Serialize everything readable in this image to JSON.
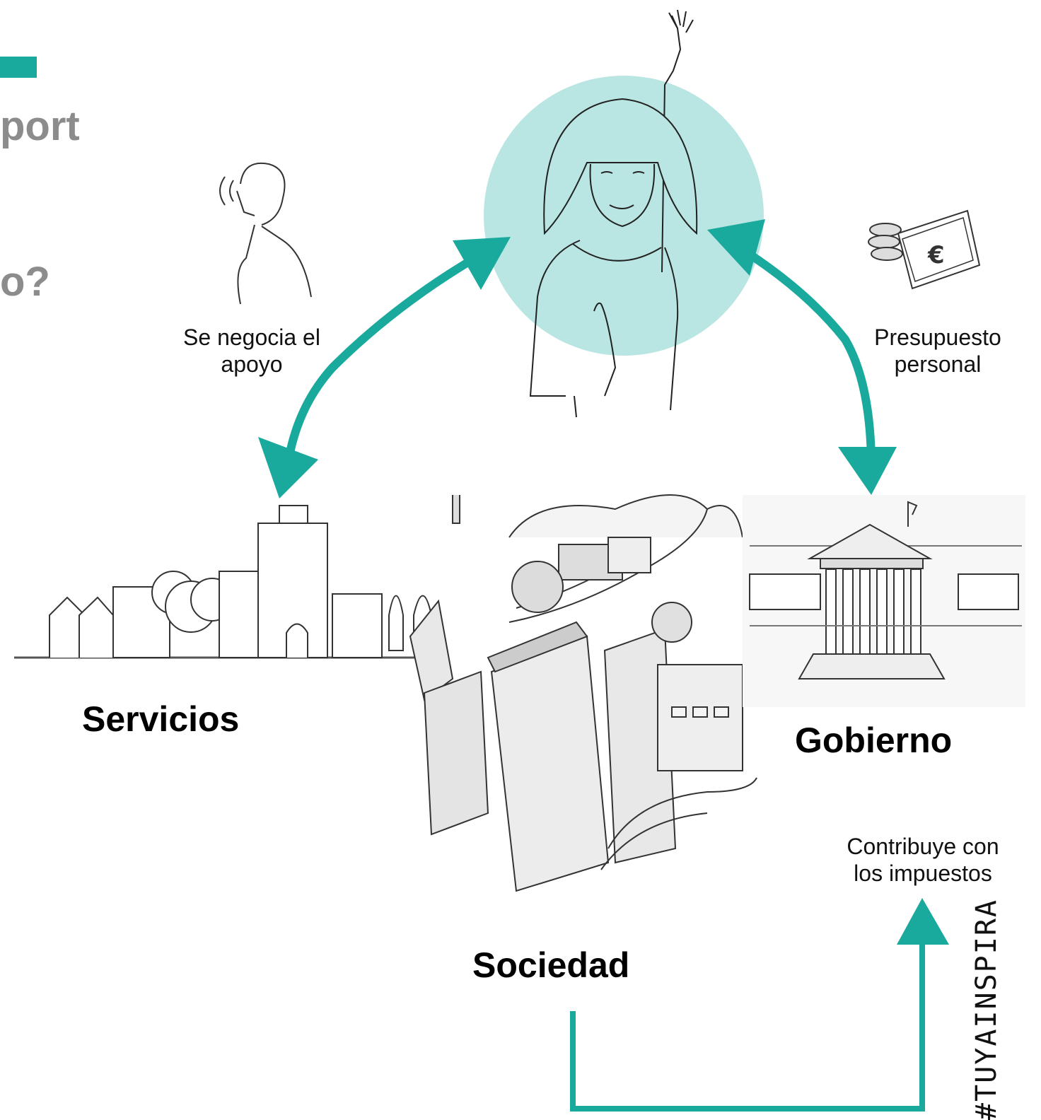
{
  "header": {
    "title_fragment_1": "port",
    "title_fragment_2": "o?"
  },
  "captions": {
    "negotiation": "Se negocia el\napoyo",
    "budget": "Presupuesto\npersonal",
    "taxes": "Contribuye con\nlos impuestos"
  },
  "nodes": {
    "services": "Servicios",
    "government": "Gobierno",
    "society": "Sociedad"
  },
  "hashtag": "#TUYAINSPIRA",
  "colors": {
    "accent": "#19a99d",
    "circle": "#b9e6e2",
    "title_grey": "#8c8c8c"
  },
  "icons": [
    "person-phone-icon",
    "woman-raising-hand-icon",
    "money-coins-icon",
    "city-services-icon",
    "city-society-icon",
    "parliament-building-icon"
  ]
}
